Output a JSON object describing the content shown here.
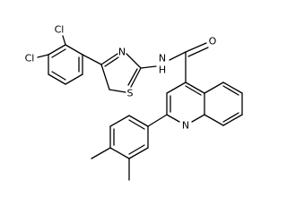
{
  "molecule": {
    "atom_labels": {
      "cl_upper": "Cl",
      "cl_lower": "Cl",
      "thiazole_n": "N",
      "thiazole_s": "S",
      "amide_n": "N",
      "amide_h": "H",
      "carbonyl_o": "O",
      "quinoline_n": "N"
    }
  }
}
